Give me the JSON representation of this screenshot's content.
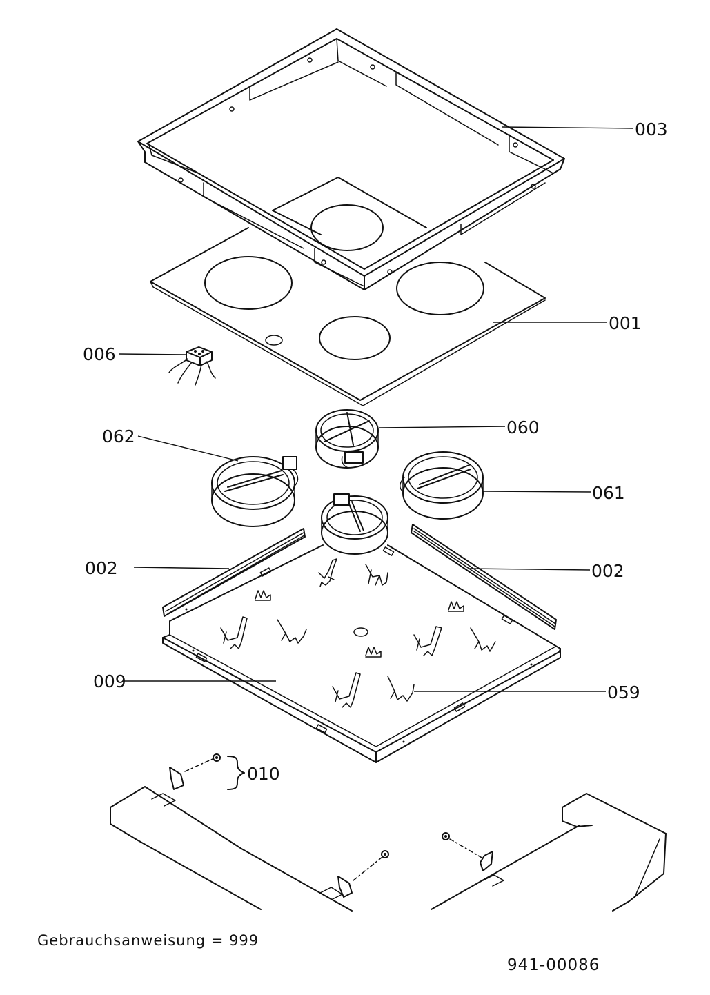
{
  "labels": {
    "l003": "003",
    "l001": "001",
    "l006": "006",
    "l060": "060",
    "l062": "062",
    "l061": "061",
    "l002_left": "002",
    "l002_right": "002",
    "l009": "009",
    "l059": "059",
    "l010": "010"
  },
  "footer": {
    "manual_note": "Gebrauchsanweisung = 999",
    "drawing_number": "941-00086"
  }
}
